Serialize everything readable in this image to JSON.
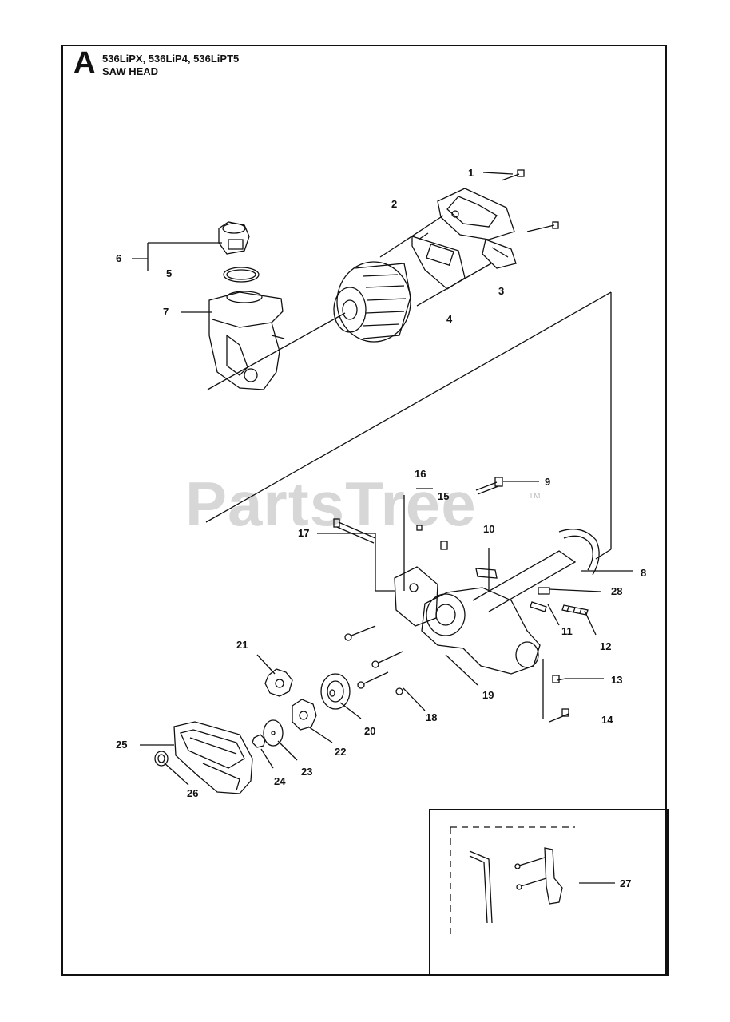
{
  "header": {
    "section_letter": "A",
    "models": "536LiPX, 536LiP4, 536LiPT5",
    "title": "SAW HEAD"
  },
  "watermark": {
    "text": "PartsTree",
    "tm": "TM"
  },
  "callouts": [
    {
      "id": "1",
      "label": "1"
    },
    {
      "id": "2",
      "label": "2"
    },
    {
      "id": "3",
      "label": "3"
    },
    {
      "id": "4",
      "label": "4"
    },
    {
      "id": "5",
      "label": "5"
    },
    {
      "id": "6",
      "label": "6"
    },
    {
      "id": "7",
      "label": "7"
    },
    {
      "id": "8",
      "label": "8"
    },
    {
      "id": "9",
      "label": "9"
    },
    {
      "id": "10",
      "label": "10"
    },
    {
      "id": "11",
      "label": "11"
    },
    {
      "id": "12",
      "label": "12"
    },
    {
      "id": "13",
      "label": "13"
    },
    {
      "id": "14",
      "label": "14"
    },
    {
      "id": "15",
      "label": "15"
    },
    {
      "id": "16",
      "label": "16"
    },
    {
      "id": "17",
      "label": "17"
    },
    {
      "id": "18",
      "label": "18"
    },
    {
      "id": "19",
      "label": "19"
    },
    {
      "id": "20",
      "label": "20"
    },
    {
      "id": "21",
      "label": "21"
    },
    {
      "id": "22",
      "label": "22"
    },
    {
      "id": "23",
      "label": "23"
    },
    {
      "id": "24",
      "label": "24"
    },
    {
      "id": "25",
      "label": "25"
    },
    {
      "id": "26",
      "label": "26"
    },
    {
      "id": "27",
      "label": "27"
    },
    {
      "id": "28",
      "label": "28"
    }
  ]
}
